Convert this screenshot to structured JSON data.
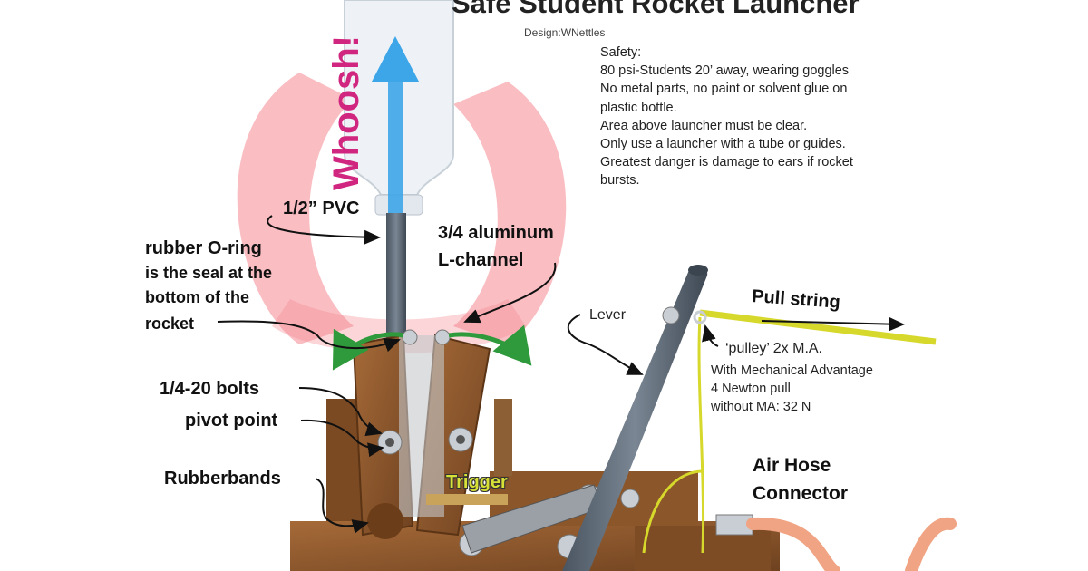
{
  "title": "Safe Student Rocket Launcher",
  "credit": "Design:WNettles",
  "safety": [
    "Safety:",
    "80 psi-Students 20’ away, wearing goggles",
    "No metal parts, no paint or solvent glue on",
    "plastic bottle.",
    "Area above launcher must be clear.",
    "Only use a launcher with a tube or guides.",
    "Greatest danger is damage to ears if rocket",
    "bursts."
  ],
  "labels": {
    "whoosh": "Whoosh!",
    "pvc": "1/2” PVC",
    "aluminum_1": "3/4 aluminum",
    "aluminum_2": "L-channel",
    "oring_1": "rubber O-ring",
    "oring_2": "is the seal at the",
    "oring_3": "bottom of the",
    "oring_4": "rocket",
    "bolts": "1/4-20 bolts",
    "pivot": "pivot point",
    "rubberbands": "Rubberbands",
    "trigger": "Trigger",
    "lever": "Lever",
    "pull_string": "Pull string",
    "pulley": "‘pulley’ 2x M.A.",
    "ma_1": "With Mechanical Advantage",
    "ma_2": "4 Newton pull",
    "ma_3": "without MA: 32 N",
    "air_1": "Air Hose",
    "air_2": "Connector"
  },
  "colors": {
    "plume": "#f4878f",
    "arrow_blue": "#3da6e8",
    "whoosh": "#d0267f",
    "green_arrow": "#2e9a3c",
    "yellow": "#d6d82b",
    "wood": "#8e5a2e",
    "pipe": "#5f6b78",
    "hose": "#f0a483"
  }
}
